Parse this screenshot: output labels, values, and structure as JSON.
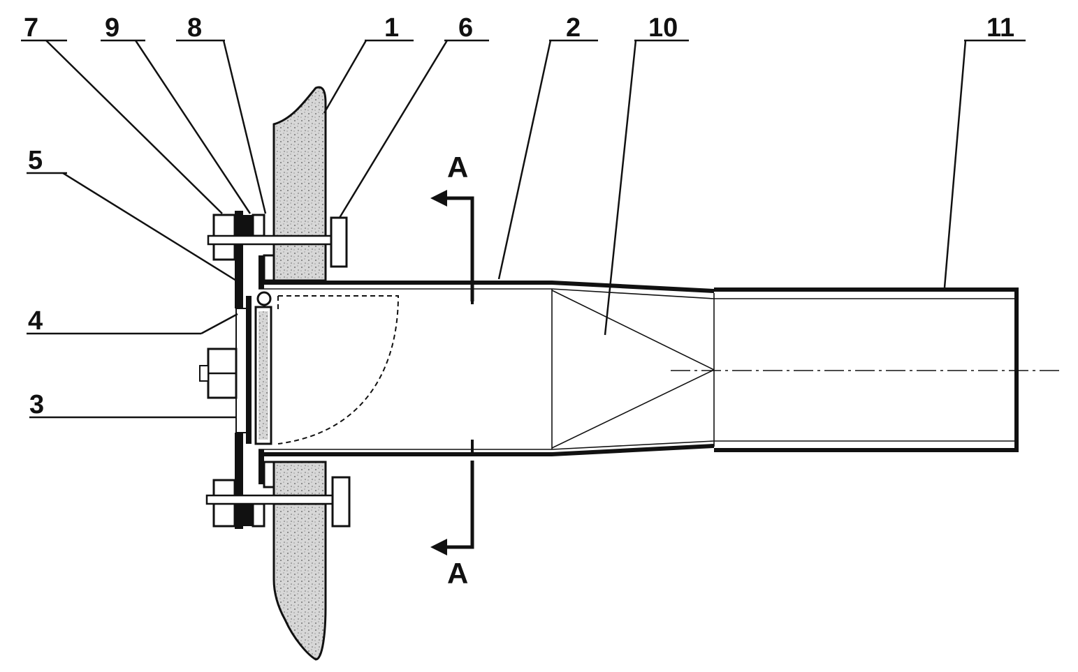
{
  "figure": {
    "part_labels": {
      "p1": "1",
      "p2": "2",
      "p3": "3",
      "p4": "4",
      "p5": "5",
      "p6": "6",
      "p7": "7",
      "p8": "8",
      "p9": "9",
      "p10": "10",
      "p11": "11"
    },
    "section_marker": "A",
    "colors": {
      "ink": "#111111",
      "insulation_fill": "#d7d7d7",
      "background": "#ffffff"
    }
  }
}
